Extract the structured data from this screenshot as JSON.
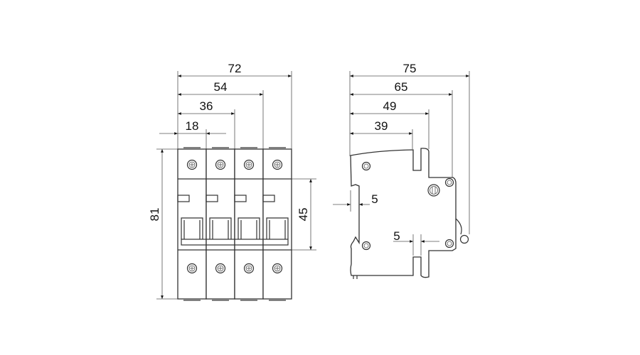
{
  "front_view": {
    "dimensions": {
      "width_total": "72",
      "width_3pole": "54",
      "width_2pole": "36",
      "width_1pole": "18",
      "height_total": "81",
      "height_front": "45"
    },
    "poles": 4
  },
  "side_view": {
    "dimensions": {
      "depth_total": "75",
      "depth_body": "65",
      "depth_step": "49",
      "depth_front": "39",
      "rail_clip_offset": "5",
      "front_slot_width": "5"
    }
  },
  "colors": {
    "line": "#333333",
    "background": "#ffffff"
  }
}
